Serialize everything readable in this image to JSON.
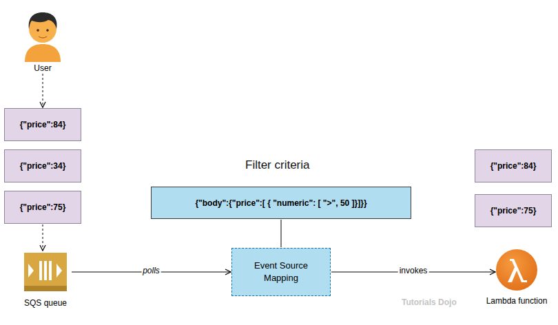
{
  "diagram": {
    "nodes": [
      {
        "text": [
          "User"
        ]
      },
      {
        "text": [
          "{\"price\":84}"
        ]
      },
      {
        "text": [
          "{\"price\":34}"
        ]
      },
      {
        "text": [
          "{\"price\":75}"
        ]
      },
      {
        "text": [
          "SQS queue"
        ]
      },
      {
        "text": [
          "{\"body\":{\"price\":[ { \"numeric\": [ \">\", 50 ]}]}}"
        ]
      },
      {
        "text": [
          "Event Source Mapping"
        ]
      },
      {
        "text": [
          "{\"price\":84}"
        ]
      },
      {
        "text": [
          "{\"price\":75}"
        ]
      },
      {
        "text": [
          "Lambda function"
        ]
      }
    ],
    "edges": [
      {
        "from": 0,
        "to": 1,
        "arrow": "to"
      },
      {
        "from": 3,
        "to": 4,
        "arrow": "to"
      },
      {
        "from": 4,
        "to": 6,
        "label": "polls",
        "arrow": "to"
      },
      {
        "from": 5,
        "to": 6,
        "arrow": "none"
      },
      {
        "from": 6,
        "to": 9,
        "label": "invokes",
        "arrow": "to"
      }
    ],
    "labels": [
      "Filter criteria",
      "Tutorials Dojo"
    ]
  }
}
